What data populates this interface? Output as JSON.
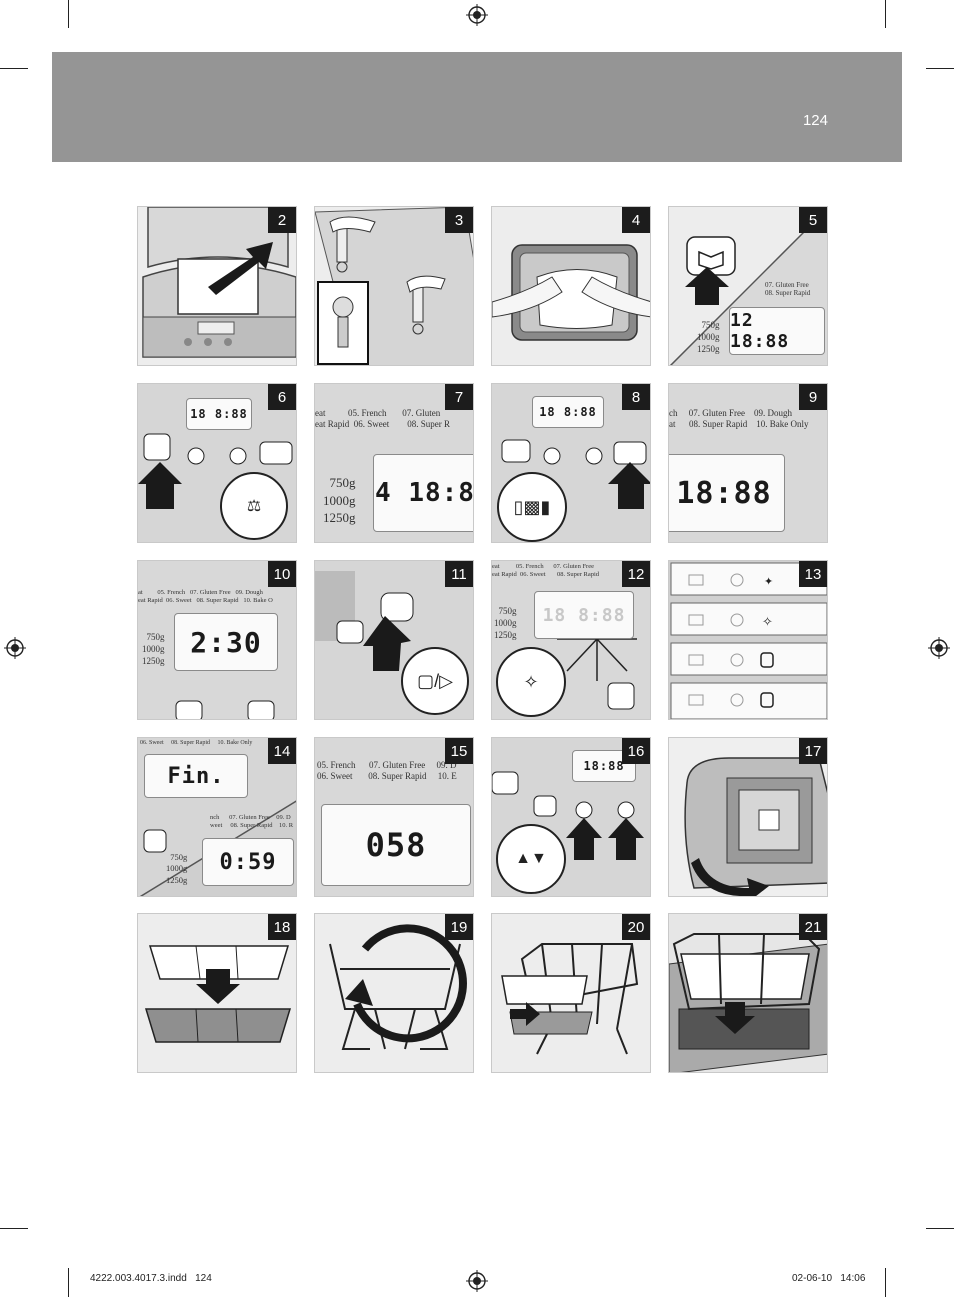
{
  "header": {
    "page_number": "124"
  },
  "footer": {
    "file": "4222.003.4017.3.indd   124",
    "date": "02-06-10   14:06"
  },
  "steps": [
    {
      "number": "2"
    },
    {
      "number": "3"
    },
    {
      "number": "4"
    },
    {
      "number": "5"
    },
    {
      "number": "6"
    },
    {
      "number": "7"
    },
    {
      "number": "8"
    },
    {
      "number": "9"
    },
    {
      "number": "10"
    },
    {
      "number": "11"
    },
    {
      "number": "12"
    },
    {
      "number": "13"
    },
    {
      "number": "14"
    },
    {
      "number": "15"
    },
    {
      "number": "16"
    },
    {
      "number": "17"
    },
    {
      "number": "18"
    },
    {
      "number": "19"
    },
    {
      "number": "20"
    },
    {
      "number": "21"
    }
  ],
  "panel5": {
    "menu": "07. Gluten Free\n08. Super Rapid",
    "weights": "750g\n1000g\n1250g",
    "display": "12 18:88"
  },
  "panel6": {
    "display": "18 8:88"
  },
  "panel7": {
    "menu": "eat          05. French       07. Gluten\neat Rapid  06. Sweet        08. Super R",
    "weights": "750g\n1000g\n1250g",
    "display": "4 18:8"
  },
  "panel8": {
    "display": "18 8:88"
  },
  "panel9": {
    "menu": "ch     07. Gluten Free    09. Dough\nat      08. Super Rapid    10. Bake Only",
    "display": "18:88"
  },
  "panel10": {
    "menu": "at         05. French   07. Gluten Free   09. Dough\neat Rapid  06. Sweet   08. Super Rapid   10. Bake O",
    "weights": "750g\n1000g\n1250g",
    "display": "2:30"
  },
  "panel12": {
    "menu": "eat          05. French      07. Gluten Free\neat Rapid  06. Sweet       08. Super Rapid",
    "weights": "750g\n1000g\n1250g",
    "display": "18 8:88"
  },
  "panel14": {
    "menu_top": "06. Sweet     08. Super Rapid     10. Bake Only",
    "menu_bottom": "nch      07. Gluten Free    09. D\nweet     08. Super Rapid    10. R",
    "weights": "750g\n1000g\n1250g",
    "display_top": "Fin.",
    "display_bottom": "0:59"
  },
  "panel15": {
    "menu": "05. French      07. Gluten Free     09. D\n06. Sweet       08. Super Rapid     10. E",
    "display": "058"
  },
  "panel16": {
    "display": "18:88"
  },
  "colors": {
    "header_bg": "#959595",
    "badge_bg": "#1c1c1c",
    "panel_bg": "#ededed"
  }
}
